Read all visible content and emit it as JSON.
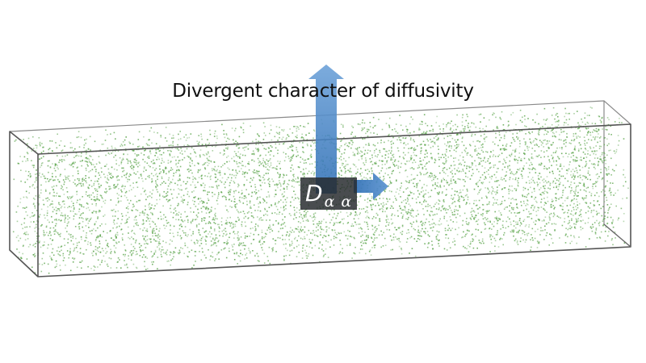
{
  "diagram": {
    "caption": "Divergent character of diffusivity",
    "symbol": {
      "main": "D",
      "subscript": "α α"
    }
  },
  "colors": {
    "particle": "#5aa44a",
    "box_edge": "#555555",
    "arrow_fill": "#4a86c8",
    "label_bg": "#2a2e31",
    "label_text": "#ffffff",
    "caption_text": "#111111"
  },
  "icons": {
    "vertical_arrow": "arrow-up-icon",
    "horizontal_arrow": "arrow-right-icon"
  }
}
